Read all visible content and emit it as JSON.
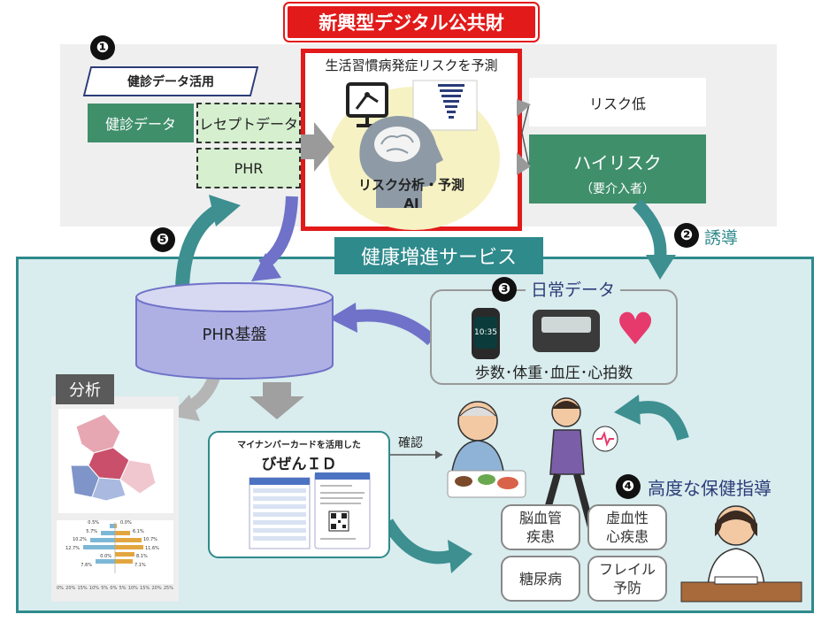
{
  "title": "新興型デジタル公共財",
  "steps": {
    "one": "❶",
    "two": "❷",
    "three": "❸",
    "four": "❹",
    "five": "❺"
  },
  "checkup": {
    "header": "健診データ活用",
    "checkup_data": "健診データ",
    "receipt_data": "レセプトデータ",
    "phr": "PHR"
  },
  "ai": {
    "caption": "生活習慣病発症リスクを予測",
    "label_line1": "リスク分析・予測",
    "label_line2": "AI"
  },
  "risk": {
    "low": "リスク低",
    "high": "ハイリスク",
    "high_sub": "（要介入者）"
  },
  "guidance": "誘導",
  "service_title": "健康増進サービス",
  "daily": {
    "title": "日常データ",
    "items": "歩数･体重･血圧･心拍数",
    "watch_time": "10:35"
  },
  "phr_platform": "PHR基盤",
  "analysis": {
    "title": "分析",
    "bar_values": [
      "0.5%",
      "0.0%",
      "5.7%",
      "6.1%",
      "10.2%",
      "10.7%",
      "12.7%",
      "11.6%",
      "0.0%",
      "8.1%",
      "7.6%",
      "7.1%"
    ],
    "axis_ticks": [
      "0%",
      "20%",
      "15%",
      "10%",
      "5%",
      "0%",
      "5%",
      "10%",
      "15%",
      "20%",
      "25%"
    ]
  },
  "mynumber": {
    "line1": "マイナンバーカードを活用した",
    "line2": "びぜんＩＤ"
  },
  "confirm": "確認",
  "advanced": "高度な保健指導",
  "diseases": [
    {
      "l1": "脳血管",
      "l2": "疾患"
    },
    {
      "l1": "虚血性",
      "l2": "心疾患"
    },
    {
      "l1": "糖尿病",
      "l2": ""
    },
    {
      "l1": "フレイル",
      "l2": "予防"
    }
  ],
  "colors": {
    "teal": "#2f8a8c",
    "green": "#3f8f6b",
    "red": "#e21a1a",
    "purple": "#6f72c8",
    "light_teal_bg": "#d9ecee"
  }
}
